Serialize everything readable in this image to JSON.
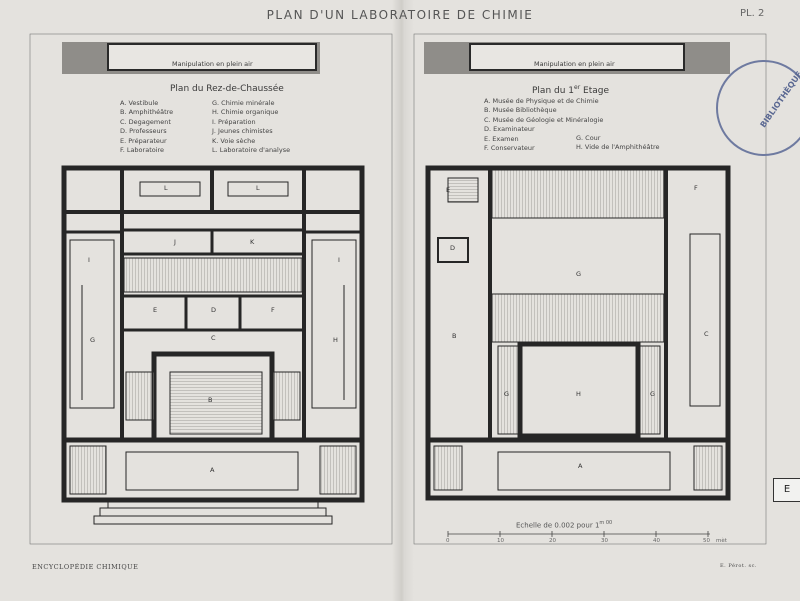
{
  "header": {
    "title": "PLAN D'UN LABORATOIRE DE CHIMIE",
    "plate": "PL. 2"
  },
  "left_plan": {
    "outdoor_label": "Manipulation en plein air",
    "title": "Plan du Rez-de-Chaussée",
    "legend_col1": [
      "A. Vestibule",
      "B. Amphithéâtre",
      "C. Degagement",
      "D. Professeurs",
      "E. Préparateur",
      "F. Laboratoire"
    ],
    "legend_col2": [
      "G. Chimie minérale",
      "H. Chimie organique",
      "I. Préparation",
      "J. Jeunes chimistes",
      "K. Voie sèche",
      "L. Laboratoire d'analyse"
    ],
    "rooms": {
      "L1": "L",
      "L2": "L",
      "J": "J",
      "K": "K",
      "E": "E",
      "D": "D",
      "F": "F",
      "C": "C",
      "G": "G",
      "H": "H",
      "B": "B",
      "A": "A",
      "I1": "I",
      "I2": "I"
    }
  },
  "right_plan": {
    "outdoor_label": "Manipulation en plein air",
    "title_main": "Plan du 1",
    "title_sup": "er",
    "title_tail": " Etage",
    "legend_col1": [
      "A. Musée de Physique et de Chimie",
      "B. Musée Bibliothèque",
      "C. Musée de Géologie et Minéralogie",
      "D. Examinateur",
      "E. Examen",
      "F. Conservateur"
    ],
    "legend_col2": [
      "G. Cour",
      "H. Vide de l'Amphithéâtre"
    ],
    "rooms": {
      "E": "E",
      "F": "F",
      "D": "D",
      "G_top": "G",
      "B": "B",
      "C": "C",
      "G_left": "G",
      "H": "H",
      "G_right": "G",
      "A": "A"
    }
  },
  "scale": {
    "label": "Echelle de 0.002 pour 1",
    "label_sup": "m 00",
    "ticks": [
      "0",
      "10",
      "20",
      "30",
      "40",
      "50"
    ],
    "unit": "mèt"
  },
  "footer": {
    "left": "ENCYCLOPÉDIE CHIMIQUE",
    "right": "E. Pérot. sc."
  },
  "stamp": {
    "text": "BIBLIOTHÈQUE"
  },
  "marker": {
    "text": "E"
  },
  "colors": {
    "paper": "#e4e2de",
    "wall": "#2a2a2a",
    "hatch": "#9a9894",
    "stamp": "#6e7aa0"
  }
}
